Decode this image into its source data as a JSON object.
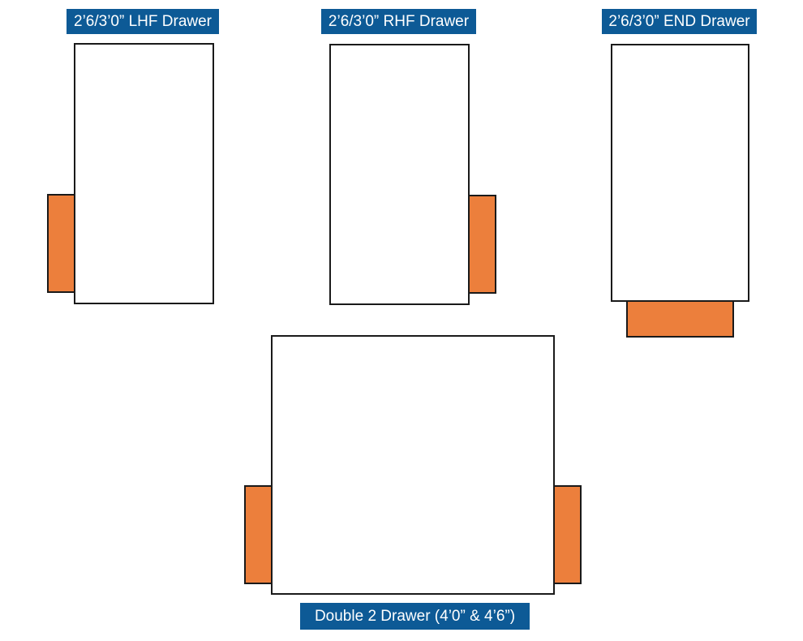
{
  "diagrams": [
    {
      "label": "2’6/3’0” LHF Drawer",
      "drawers": [
        "left"
      ]
    },
    {
      "label": "2’6/3’0” RHF Drawer",
      "drawers": [
        "right"
      ]
    },
    {
      "label": "2’6/3’0” END Drawer",
      "drawers": [
        "foot"
      ]
    },
    {
      "label": "Double 2 Drawer (4’0” & 4’6”)",
      "drawers": [
        "left",
        "right"
      ]
    }
  ],
  "colors": {
    "label_background": "#0d5a96",
    "label_text": "#ffffff",
    "drawer_fill": "#ec7f3c",
    "bed_fill": "#ffffff",
    "outline": "#1a1a1a"
  }
}
